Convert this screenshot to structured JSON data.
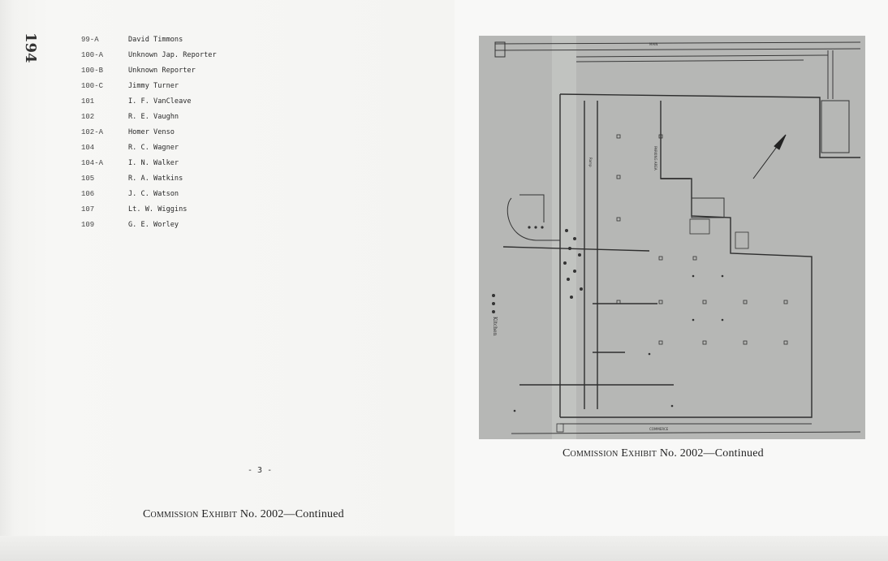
{
  "page": {
    "page_number": "194",
    "page_footer": "- 3 -",
    "caption_left": {
      "prefix": "Commission Exhibit",
      "suffix": "No. 2002—Continued"
    },
    "caption_right": {
      "prefix": "Commission Exhibit",
      "suffix": "No. 2002—Continued"
    }
  },
  "roster": [
    {
      "num": "99-A",
      "name": "David Timmons"
    },
    {
      "num": "100-A",
      "name": "Unknown Jap. Reporter"
    },
    {
      "num": "100-B",
      "name": "Unknown Reporter"
    },
    {
      "num": "100-C",
      "name": "Jimmy Turner"
    },
    {
      "num": "101",
      "name": "I. F. VanCleave"
    },
    {
      "num": "102",
      "name": "R. E. Vaughn"
    },
    {
      "num": "102-A",
      "name": "Homer Venso"
    },
    {
      "num": "104",
      "name": "R. C. Wagner"
    },
    {
      "num": "104-A",
      "name": "I. N. Walker"
    },
    {
      "num": "105",
      "name": "R. A. Watkins"
    },
    {
      "num": "106",
      "name": "J. C. Watson"
    },
    {
      "num": "107",
      "name": "Lt. W. Wiggins"
    },
    {
      "num": "109",
      "name": "G. E. Worley"
    }
  ],
  "map": {
    "street_top": "MAIN",
    "street_bottom": "COMMERCE",
    "parking_area_label": "PARKING AREA",
    "side_label": "Ramp",
    "kitchen_label": "Kitchen"
  }
}
